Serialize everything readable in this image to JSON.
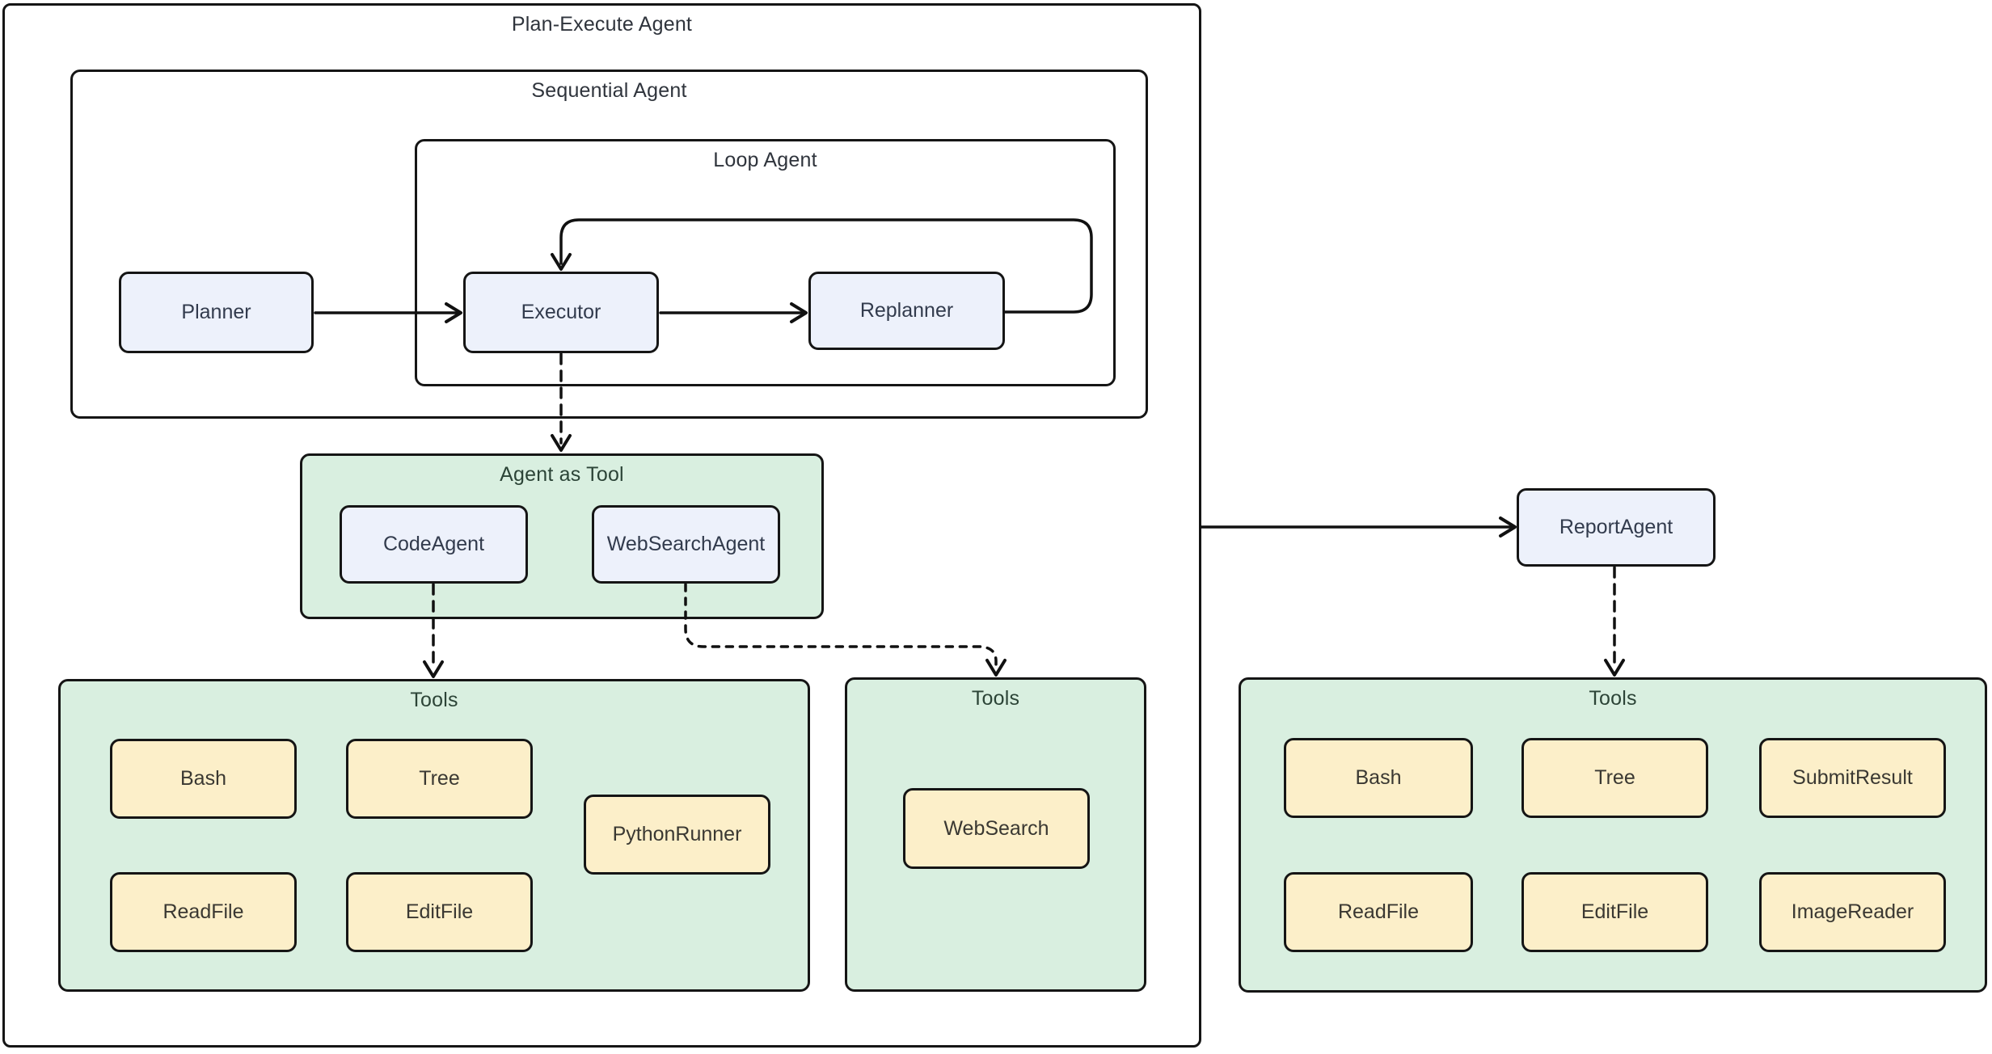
{
  "groups": {
    "plan_execute": {
      "title": "Plan-Execute Agent"
    },
    "sequential": {
      "title": "Sequential Agent"
    },
    "loop": {
      "title": "Loop Agent"
    },
    "agent_as_tool": {
      "title": "Agent as Tool"
    },
    "tools_left": {
      "title": "Tools"
    },
    "tools_mid": {
      "title": "Tools"
    },
    "tools_right": {
      "title": "Tools"
    }
  },
  "nodes": {
    "planner": {
      "label": "Planner"
    },
    "executor": {
      "label": "Executor"
    },
    "replanner": {
      "label": "Replanner"
    },
    "code_agent": {
      "label": "CodeAgent"
    },
    "web_search_agent": {
      "label": "WebSearchAgent"
    },
    "report_agent": {
      "label": "ReportAgent"
    }
  },
  "tools": {
    "left": [
      "Bash",
      "Tree",
      "PythonRunner",
      "ReadFile",
      "EditFile"
    ],
    "mid": [
      "WebSearch"
    ],
    "right": [
      "Bash",
      "Tree",
      "SubmitResult",
      "ReadFile",
      "EditFile",
      "ImageReader"
    ]
  },
  "edges": [
    {
      "from": "Planner",
      "to": "Executor",
      "style": "solid-arrow"
    },
    {
      "from": "Executor",
      "to": "Replanner",
      "style": "solid-arrow"
    },
    {
      "from": "Replanner",
      "to": "Executor",
      "style": "solid-arrow-loopback"
    },
    {
      "from": "Executor",
      "to": "Agent as Tool",
      "style": "dashed-arrow"
    },
    {
      "from": "CodeAgent",
      "to": "Tools (left)",
      "style": "dashed-arrow"
    },
    {
      "from": "WebSearchAgent",
      "to": "Tools (mid)",
      "style": "dashed-arrow"
    },
    {
      "from": "Plan-Execute Agent",
      "to": "ReportAgent",
      "style": "solid-arrow"
    },
    {
      "from": "ReportAgent",
      "to": "Tools (right)",
      "style": "dashed-arrow"
    }
  ],
  "colors": {
    "canvas_bg": "#ffffff",
    "border": "#151515",
    "arrow": "#111111",
    "group_green_fill": "#d9efe0",
    "node_blue_fill": "#edf1fb",
    "node_tan_fill": "#fcefc9",
    "title_text": "#2f343c",
    "green_title_text": "#2c4437",
    "blue_label_text": "#323b4d",
    "tan_label_text": "#3a3832"
  }
}
